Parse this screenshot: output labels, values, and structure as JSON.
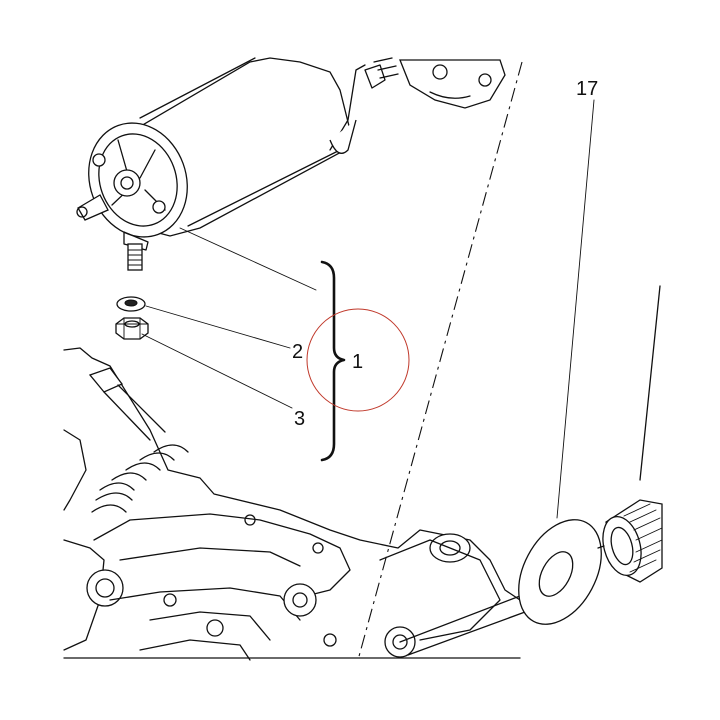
{
  "diagram": {
    "callouts": {
      "c1": "1",
      "c2": "2",
      "c3": "3",
      "c17": "17"
    },
    "colors": {
      "line": "#111111",
      "highlight_circle": "#c0392b",
      "background": "#ffffff"
    },
    "icons": {
      "starter_motor": "starter-motor-drawing",
      "washer": "washer-drawing",
      "nut": "hex-nut-drawing",
      "thrust_washer": "thrust-washer-drawing",
      "needle_bearing": "needle-roller-bearing-drawing",
      "engine_case": "engine-crankcase-drawing"
    }
  }
}
